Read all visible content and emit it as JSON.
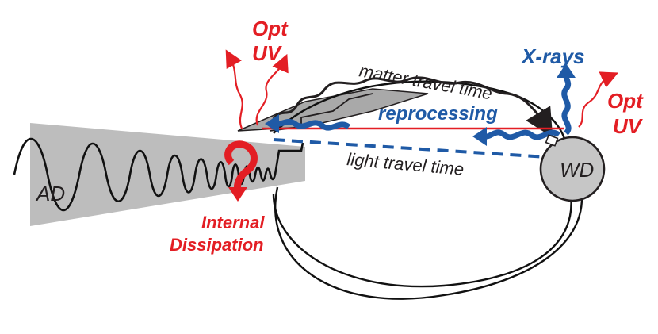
{
  "labels": {
    "opt_left": "Opt",
    "uv_left": "UV",
    "opt_right": "Opt",
    "uv_right": "UV",
    "matter_travel_time": "matter travel time",
    "xrays": "X-rays",
    "reprocessing": "reprocessing",
    "light_travel_time": "light travel time",
    "ad": "AD",
    "wd": "WD",
    "internal": "Internal",
    "dissipation": "Dissipation"
  },
  "colors": {
    "red": "#e31e24",
    "blue": "#1f5aa6",
    "disk_fill": "#bdbdbd",
    "wd_fill": "#c6c6c6",
    "line": "#231f20"
  },
  "icons": [
    "curved-arrow-icon",
    "wavy-arrow-icon",
    "dashed-arrow-icon"
  ]
}
